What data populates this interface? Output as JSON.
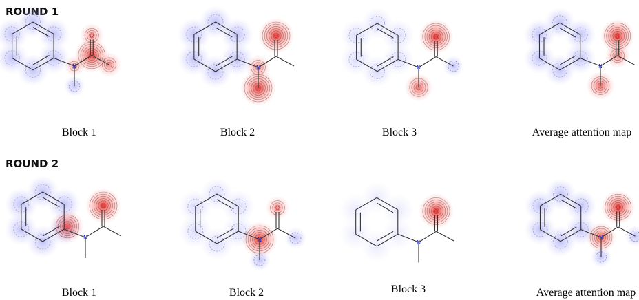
{
  "rounds": [
    {
      "title": "ROUND 1",
      "blocks": [
        "Block 1",
        "Block 2",
        "Block 3",
        "Average attention map"
      ]
    },
    {
      "title": "ROUND 2",
      "blocks": [
        "Block 1",
        "Block 2",
        "Block 3",
        "Average attention map"
      ]
    }
  ],
  "atom_labels": {
    "nitrogen": "N",
    "oxygen": "O"
  },
  "colors": {
    "positive": "#e8322e",
    "negative": "#6a6af0",
    "bond": "#333333",
    "nitrogen": "#2030e0",
    "oxygen": "#d02020"
  }
}
